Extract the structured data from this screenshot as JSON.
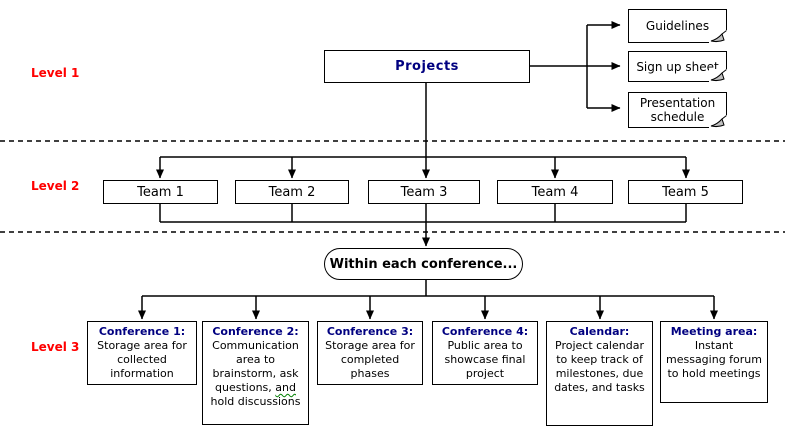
{
  "diagram": {
    "title_hint": "Project conference structure diagram",
    "colors": {
      "title_navy": "#000080",
      "level_label_red": "#ff0000",
      "line_black": "#000000",
      "fold_gray": "#c0c0c0",
      "grammar_squiggle_green": "#008000",
      "background": "#ffffff"
    },
    "levels": [
      {
        "label": "Level 1"
      },
      {
        "label": "Level 2"
      },
      {
        "label": "Level 3"
      }
    ],
    "level1": {
      "root_label": "Projects",
      "documents": [
        {
          "label": "Guidelines"
        },
        {
          "label": "Sign up sheet"
        },
        {
          "label": "Presentation schedule"
        }
      ]
    },
    "level2": {
      "teams": [
        {
          "label": "Team 1"
        },
        {
          "label": "Team 2"
        },
        {
          "label": "Team 3"
        },
        {
          "label": "Team 4"
        },
        {
          "label": "Team 5"
        }
      ]
    },
    "level3": {
      "ellipse_label": "Within each conference...",
      "boxes": [
        {
          "title": "Conference 1:",
          "body": "Storage area for collected information"
        },
        {
          "title": "Conference 2:",
          "body_before": "Communication area to brainstorm, ask questions, ",
          "body_marked": "and",
          "body_after": " hold discussions"
        },
        {
          "title": "Conference 3:",
          "body": "Storage area for completed phases"
        },
        {
          "title": "Conference 4:",
          "body": "Public area to showcase final project"
        },
        {
          "title": "Calendar:",
          "body": "Project calendar to keep track of milestones, due dates, and tasks"
        },
        {
          "title": "Meeting area:",
          "body": "Instant messaging forum to hold meetings"
        }
      ]
    }
  }
}
